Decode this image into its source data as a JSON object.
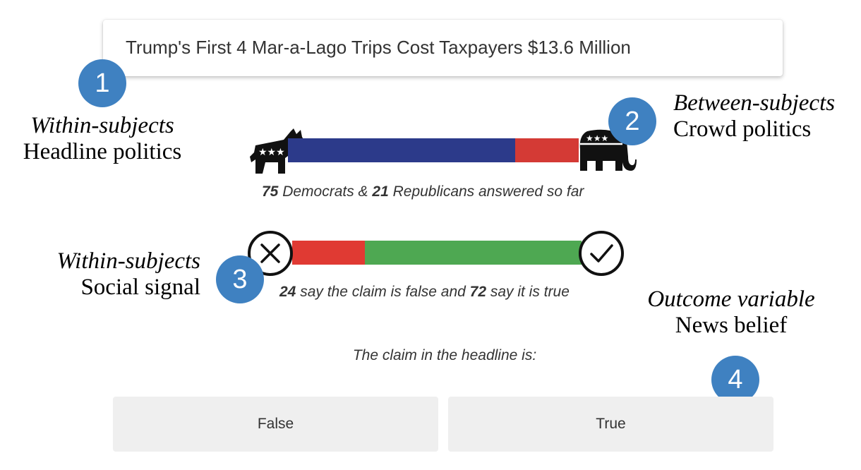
{
  "headline": "Trump's First 4 Mar-a-Lago Trips Cost Taxpayers $13.6 Million",
  "markers": [
    "1",
    "2",
    "3",
    "4"
  ],
  "annotations": {
    "headline_politics": {
      "design": "Within-subjects",
      "label": "Headline politics"
    },
    "crowd_politics": {
      "design": "Between-subjects",
      "label": "Crowd politics"
    },
    "social_signal": {
      "design": "Within-subjects",
      "label": "Social signal"
    },
    "news_belief": {
      "design": "Outcome variable",
      "label": "News belief"
    }
  },
  "crowd": {
    "democrats": 75,
    "republicans": 21,
    "democrat_count_text": "75",
    "mid_text": " Democrats & ",
    "republican_count_text": "21",
    "tail_text": " Republicans answered so far",
    "colors": {
      "democrat": "#2c3a8a",
      "republican": "#d43a35"
    }
  },
  "signal": {
    "false_count": 24,
    "true_count": 72,
    "false_count_text": "24",
    "mid_text": " say the claim is false and ",
    "true_count_text": "72",
    "tail_text": " say it is true",
    "colors": {
      "false": "#e03a33",
      "true": "#4ea852"
    }
  },
  "question": {
    "prompt": "The claim in the headline is:",
    "options": [
      "False",
      "True"
    ]
  },
  "icons": [
    "donkey-icon",
    "elephant-icon",
    "x-circle-icon",
    "check-circle-icon"
  ]
}
